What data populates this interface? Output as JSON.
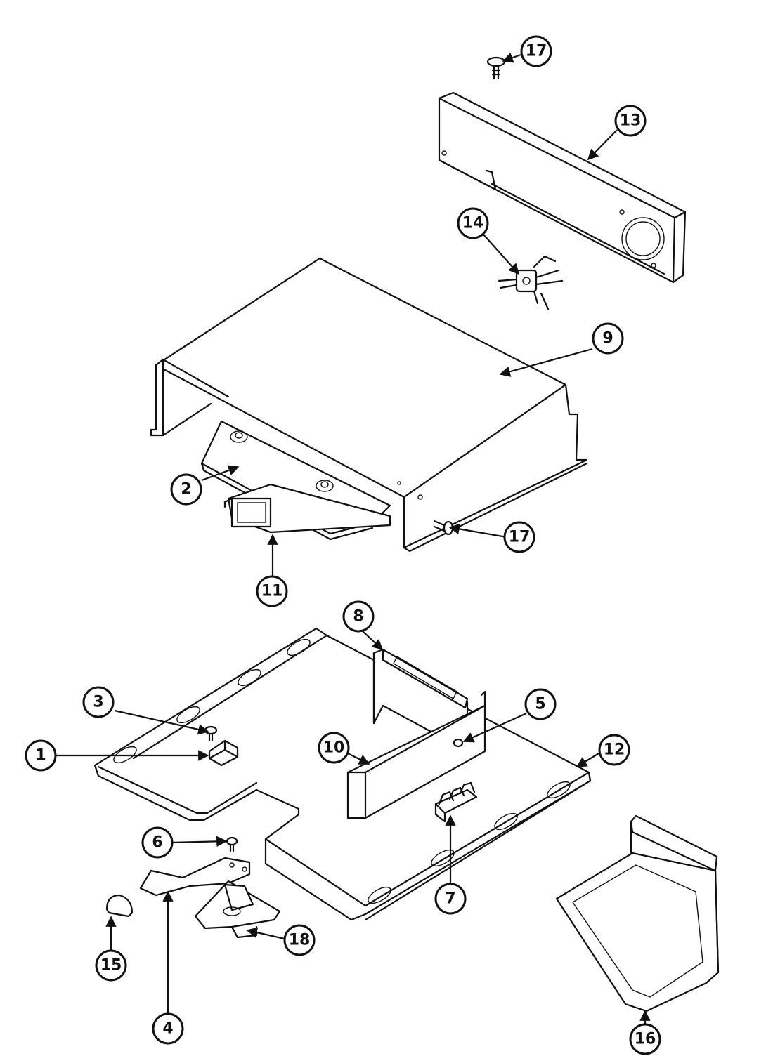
{
  "callouts": {
    "c1": "1",
    "c2": "2",
    "c3": "3",
    "c4": "4",
    "c5": "5",
    "c6": "6",
    "c7": "7",
    "c8": "8",
    "c9": "9",
    "c10": "10",
    "c11": "11",
    "c12": "12",
    "c13": "13",
    "c14": "14",
    "c15": "15",
    "c16": "16",
    "c17a": "17",
    "c17b": "17",
    "c18": "18"
  }
}
